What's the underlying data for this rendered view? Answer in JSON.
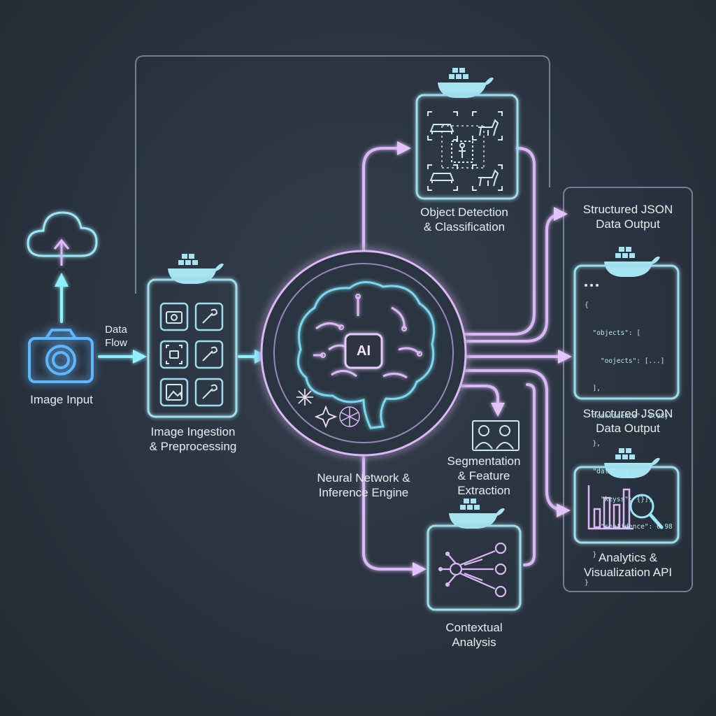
{
  "labels": {
    "image_input": "Image Input",
    "data_flow": [
      "Data",
      "Flow"
    ],
    "ingestion": [
      "Image Ingestion",
      "& Preprocessing"
    ],
    "neural": [
      "Neural Network &",
      "Inference Engine"
    ],
    "ai_badge": "AI",
    "object_detection": [
      "Object Detection",
      "& Classification"
    ],
    "segmentation": [
      "Segmentation",
      "& Feature",
      "Extraction"
    ],
    "contextual": [
      "Contextual",
      "Analysis"
    ],
    "json_top": [
      "Structured JSON",
      "Data Output"
    ],
    "json_bottom": [
      "Structured JSON",
      "Data Output"
    ],
    "analytics": [
      "Analytics &",
      "Visualization API"
    ]
  },
  "json_snippet": [
    "{",
    "  \"objects\": [",
    "    \"oojects\": [...]",
    "  ],",
    "  \"confidence\": 0.98}",
    "  },",
    "  \"date\": {",
    "    \"keyss\": {}],",
    "    \"confidence\": 0.98",
    "  }",
    "}"
  ],
  "colors": {
    "cyan": "#7fe3f5",
    "blue_glow": "#4fb0ff",
    "violet": "#d9b8f5",
    "container": "#9fdcec",
    "frame": "#7d8fa3"
  },
  "icons": [
    "cloud-upload-icon",
    "camera-icon",
    "docker-whale-icon",
    "wrench-icon",
    "image-icon",
    "brain-icon",
    "car-icon",
    "dog-icon",
    "person-icon",
    "people-icon",
    "network-graph-icon",
    "bar-chart-icon",
    "magnifier-icon"
  ]
}
